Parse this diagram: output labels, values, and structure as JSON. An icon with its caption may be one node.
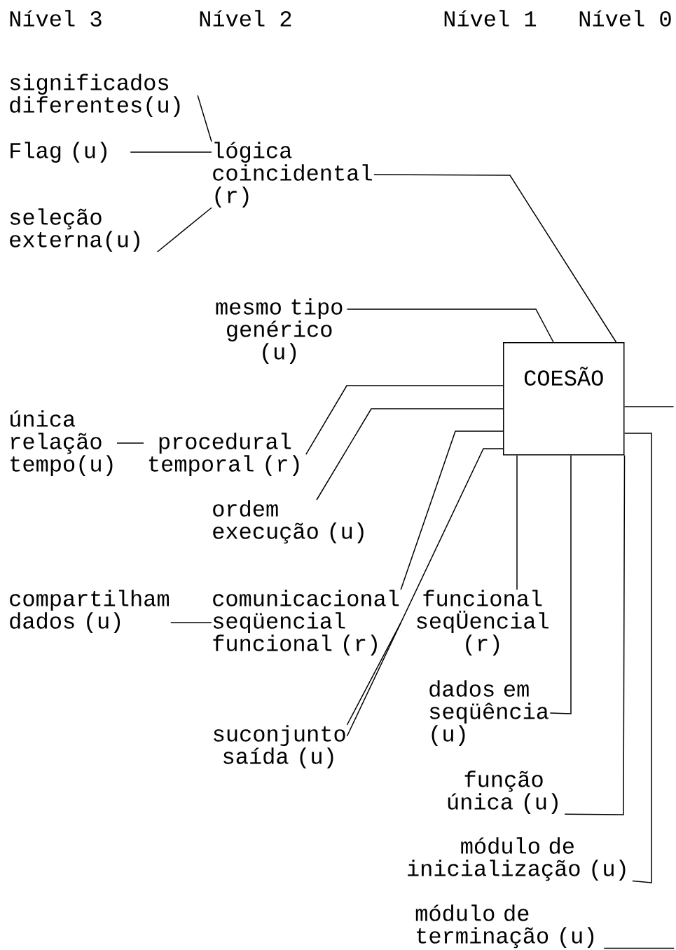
{
  "diagram": {
    "nodes": [
      {
        "text": [
          "significados diferentes(u)"
        ]
      },
      {
        "text": [
          "Flag (u)"
        ]
      },
      {
        "text": [
          "lógica coincidental (r)"
        ]
      },
      {
        "text": [
          "seleção externa(u)"
        ]
      },
      {
        "text": [
          "mesmo tipo genérico (u)"
        ]
      },
      {
        "text": [
          "COESÃO"
        ]
      },
      {
        "text": [
          "única relação tempo(u)"
        ]
      },
      {
        "text": [
          "procedural temporal (r)"
        ]
      },
      {
        "text": [
          "ordem execução (u)"
        ]
      },
      {
        "text": [
          "compartilham dados (u)"
        ]
      },
      {
        "text": [
          "comunicacional seqüencial funcional (r)"
        ]
      },
      {
        "text": [
          "funcional seqÜencial (r)"
        ]
      },
      {
        "text": [
          "dados em seqüência (u)"
        ]
      },
      {
        "text": [
          "suconjunto saída (u)"
        ]
      },
      {
        "text": [
          "função única (u)"
        ]
      },
      {
        "text": [
          "módulo de inicialização (u)"
        ]
      },
      {
        "text": [
          "módulo de terminação (u)"
        ]
      }
    ],
    "edges": [
      {
        "from": 0,
        "to": 2,
        "arrow": "none"
      },
      {
        "from": 1,
        "to": 2,
        "arrow": "none"
      },
      {
        "from": 3,
        "to": 2,
        "arrow": "none"
      },
      {
        "from": 2,
        "to": 5,
        "arrow": "none"
      },
      {
        "from": 4,
        "to": 5,
        "arrow": "none"
      },
      {
        "from": 6,
        "to": 7,
        "arrow": "none"
      },
      {
        "from": 7,
        "to": 5,
        "arrow": "none"
      },
      {
        "from": 8,
        "to": 5,
        "arrow": "none"
      },
      {
        "from": 9,
        "to": 10,
        "arrow": "none"
      },
      {
        "from": 10,
        "to": 5,
        "arrow": "none"
      },
      {
        "from": 13,
        "to": 10,
        "arrow": "none"
      },
      {
        "from": 13,
        "to": 5,
        "arrow": "none"
      },
      {
        "from": 11,
        "to": 5,
        "arrow": "none"
      },
      {
        "from": 12,
        "to": 5,
        "arrow": "none"
      },
      {
        "from": 14,
        "to": 5,
        "arrow": "none"
      },
      {
        "from": 15,
        "to": 5,
        "arrow": "none"
      },
      {
        "from": 5,
        "to": null,
        "arrow": "none"
      },
      {
        "from": 16,
        "to": null,
        "arrow": "none"
      }
    ],
    "labels": [
      "Nível 3",
      "Nível 2",
      "Nível 1",
      "Nível 0"
    ]
  }
}
